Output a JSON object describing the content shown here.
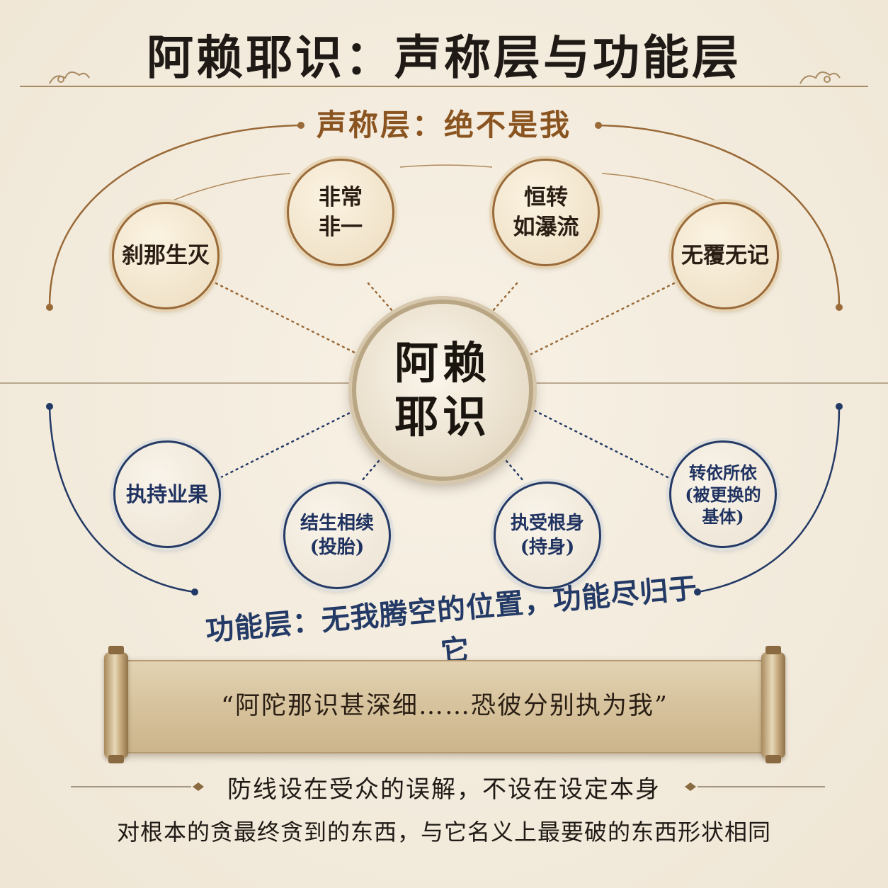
{
  "title": "阿赖耶识：声称层与功能层",
  "claim_layer": {
    "label": "声称层：绝不是我",
    "color": "#8a5420",
    "nodes": [
      "刹那生灭",
      "非常\n非一",
      "恒转\n如瀑流",
      "无覆无记"
    ]
  },
  "center": {
    "label": "阿赖\n耶识"
  },
  "function_layer": {
    "label": "功能层：无我腾空的位置，功能尽归于它",
    "color": "#243a66",
    "nodes": [
      "执持业果",
      "结生相续\n(投胎)",
      "执受根身\n(持身)",
      "转依所依\n(被更换的\n基体)"
    ]
  },
  "scroll": {
    "quote": "“阿陀那识甚深细……恐彼分别执为我”"
  },
  "footer": {
    "line1": "防线设在受众的误解，不设在设定本身",
    "line2": "对根本的贪最终贪到的东西，与它名义上最要破的东西形状相同"
  }
}
